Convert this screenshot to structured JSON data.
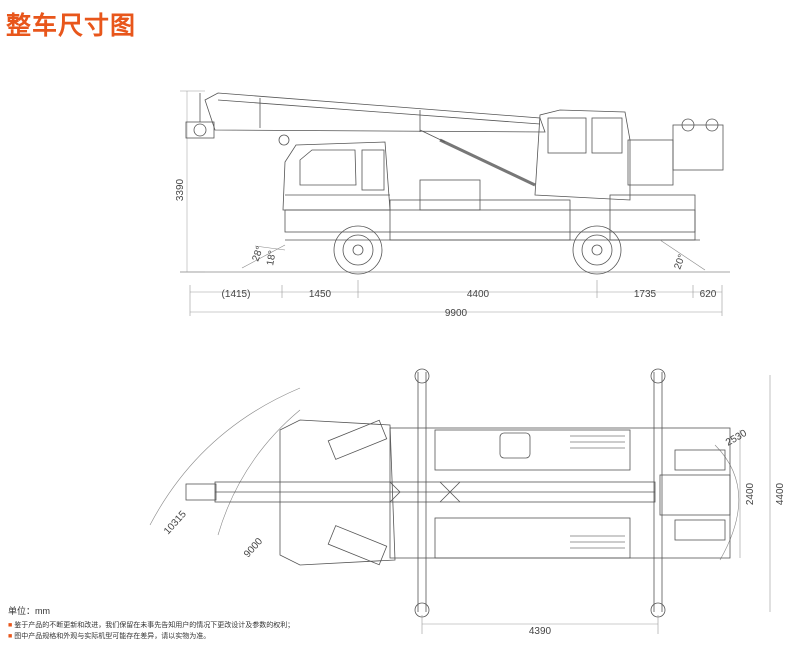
{
  "title": "整车尺寸图",
  "side_view": {
    "height_dim": "3390",
    "approach_angle": "28°",
    "departure_angle_rear": "20°",
    "front_angle_small": "18°",
    "dims": [
      "(1415)",
      "1450",
      "4400",
      "1735",
      "620"
    ],
    "total_length": "9900"
  },
  "top_view": {
    "radius_outer": "10315",
    "radius_inner": "9000",
    "rear_radius": "2530",
    "outrigger_width": "4400",
    "track_width": "2400",
    "outrigger_span": "4390"
  },
  "unit_label": "单位：mm",
  "notes": [
    "鉴于产品的不断更新和改进，我们保留在未事先告知用户的情况下更改设计及参数的权利；",
    "图中产品规格和外观与实际机型可能存在差异，请以实物为准。"
  ],
  "note_bullet": "■"
}
